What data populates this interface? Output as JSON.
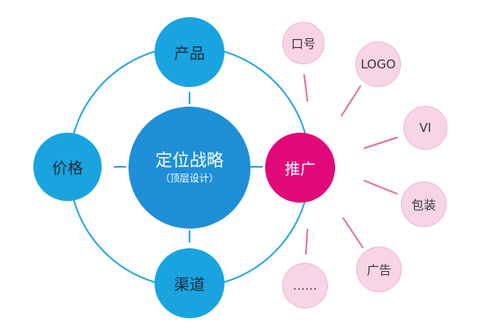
{
  "diagram": {
    "center": {
      "label": "定位战略",
      "sublabel": "（顶层设计）"
    },
    "product": {
      "label": "产品"
    },
    "price": {
      "label": "价格"
    },
    "channel": {
      "label": "渠道"
    },
    "promotion": {
      "label": "推广"
    },
    "promotion_items": [
      {
        "label": "口号"
      },
      {
        "label": "LOGO"
      },
      {
        "label": "VI"
      },
      {
        "label": "包装"
      },
      {
        "label": "广告"
      },
      {
        "label": "……"
      }
    ]
  },
  "colors": {
    "ring": "#22a7e2",
    "blue_node": "#19a4e0",
    "center_node": "#1e8fd7",
    "promotion_node": "#e1097a",
    "pink_node": "#f7d4e6",
    "pink_line": "#e76aa6"
  }
}
